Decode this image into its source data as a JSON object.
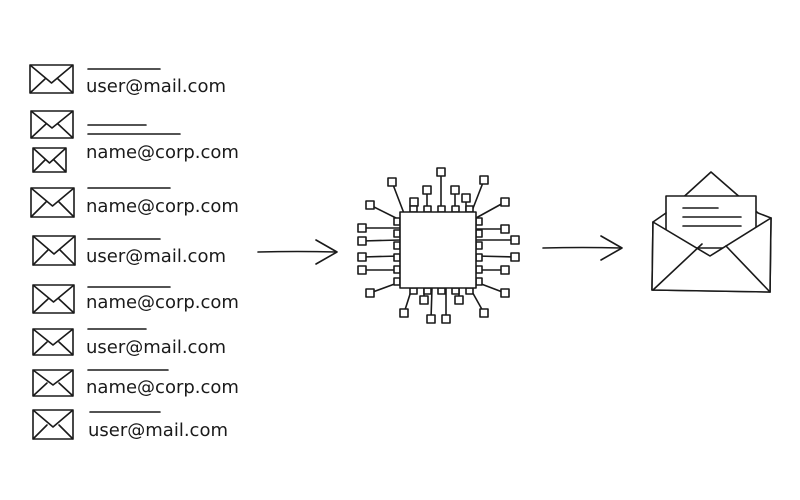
{
  "emails": [
    {
      "label": "user@mail.com"
    },
    {
      "label": ""
    },
    {
      "label": "name@corp.com"
    },
    {
      "label": "name@corp.com"
    },
    {
      "label": "user@mail.com"
    },
    {
      "label": "name@corp.com"
    },
    {
      "label": "user@mail.com"
    },
    {
      "label": "name@corp.com"
    },
    {
      "label": "user@mail.com"
    }
  ],
  "icons": {
    "email": "envelope-icon",
    "processor": "chip-icon",
    "output": "open-envelope-letter-icon",
    "arrow": "arrow-right-icon"
  },
  "colors": {
    "ink": "#1a1a1a",
    "background": "#ffffff"
  }
}
